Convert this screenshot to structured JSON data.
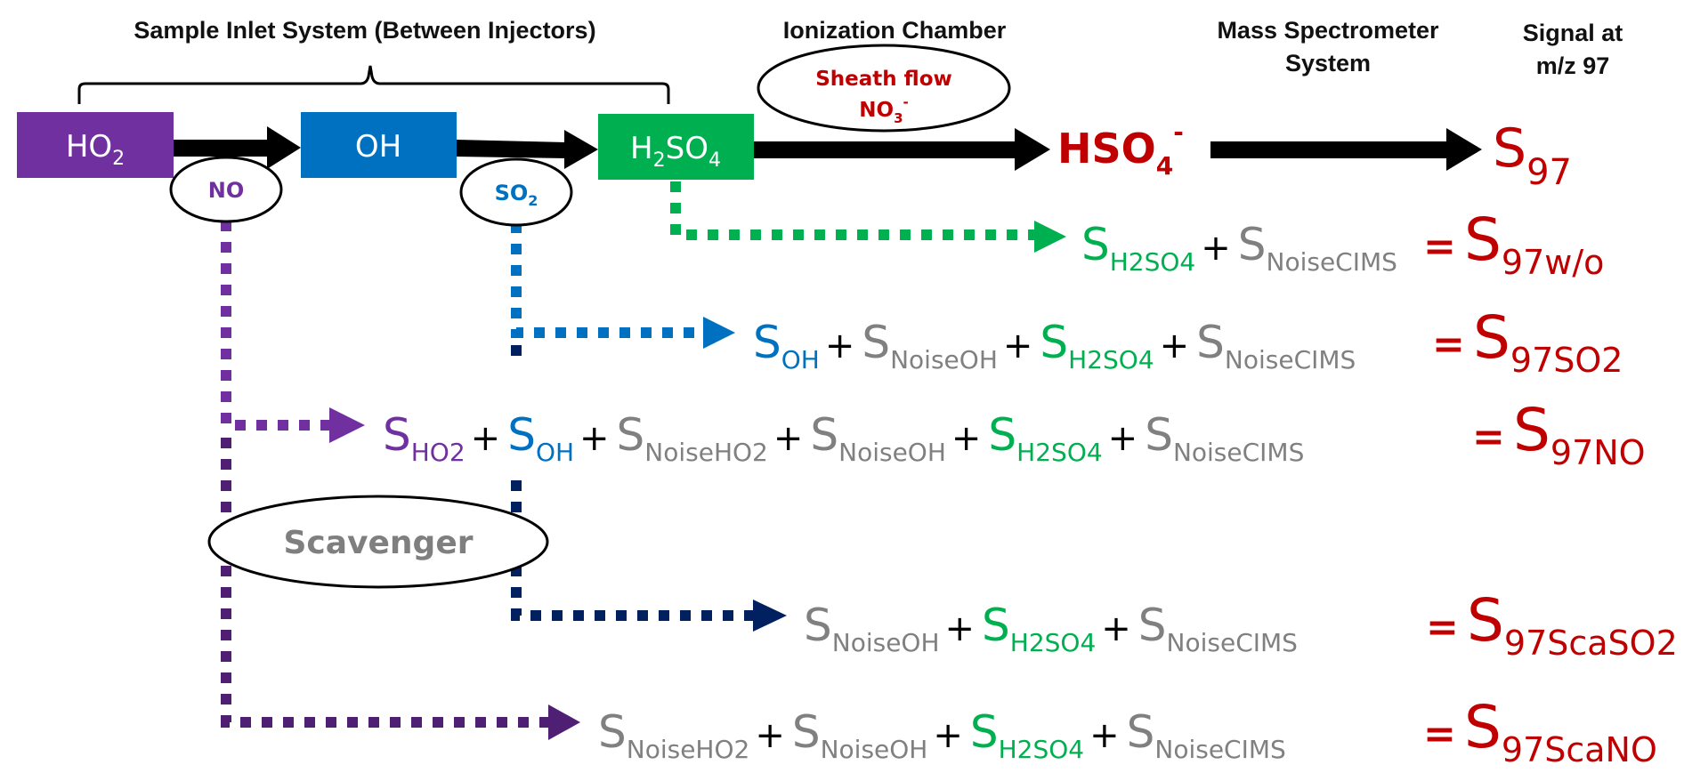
{
  "headers": {
    "inlet": "Sample Inlet System (Between Injectors)",
    "ionization": "Ionization Chamber",
    "ms_line1": "Mass Spectrometer",
    "ms_line2": "System",
    "signal_line1": "Signal at",
    "signal_line2": "m/z 97"
  },
  "colors": {
    "purple": "#7030a0",
    "blue": "#0070c0",
    "green": "#00b050",
    "red": "#c00000",
    "gray": "#808080",
    "navy": "#002060",
    "dark_purple": "#4f1f74",
    "black": "#000000"
  },
  "boxes": {
    "ho2": {
      "base": "HO",
      "sub": "2"
    },
    "oh": {
      "base": "OH"
    },
    "h2so4": {
      "p1": "H",
      "s1": "2",
      "p2": "SO",
      "s2": "4"
    }
  },
  "ellipses": {
    "no": "NO",
    "so2": {
      "base": "SO",
      "sub": "2"
    },
    "sheath_line1": "Sheath flow",
    "sheath_line2": {
      "base": "NO",
      "sub": "3",
      "sup": "-"
    },
    "scavenger": "Scavenger"
  },
  "ion": {
    "base": "HSO",
    "sub": "4",
    "sup": "-"
  },
  "signal": {
    "base": "S",
    "sub": "97"
  },
  "equations": [
    {
      "terms": [
        {
          "base": "S",
          "sub": "H2SO4",
          "color": "green"
        },
        {
          "op": "+"
        },
        {
          "base": "S",
          "sub": "NoiseCIMS",
          "color": "gray"
        }
      ],
      "result": {
        "base": "S",
        "sub": "97w/o"
      }
    },
    {
      "terms": [
        {
          "base": "S",
          "sub": "OH",
          "color": "blue"
        },
        {
          "op": "+"
        },
        {
          "base": "S",
          "sub": "NoiseOH",
          "color": "gray"
        },
        {
          "op": "+"
        },
        {
          "base": "S",
          "sub": "H2SO4",
          "color": "green"
        },
        {
          "op": "+"
        },
        {
          "base": "S",
          "sub": "NoiseCIMS",
          "color": "gray"
        }
      ],
      "result": {
        "base": "S",
        "sub": "97SO2"
      }
    },
    {
      "terms": [
        {
          "base": "S",
          "sub": "HO2",
          "color": "purple"
        },
        {
          "op": "+"
        },
        {
          "base": "S",
          "sub": "OH",
          "color": "blue"
        },
        {
          "op": "+"
        },
        {
          "base": "S",
          "sub": "NoiseHO2",
          "color": "gray"
        },
        {
          "op": "+"
        },
        {
          "base": "S",
          "sub": "NoiseOH",
          "color": "gray"
        },
        {
          "op": "+"
        },
        {
          "base": "S",
          "sub": "H2SO4",
          "color": "green"
        },
        {
          "op": "+"
        },
        {
          "base": "S",
          "sub": "NoiseCIMS",
          "color": "gray"
        }
      ],
      "result": {
        "base": "S",
        "sub": "97NO"
      }
    },
    {
      "terms": [
        {
          "base": "S",
          "sub": "NoiseOH",
          "color": "gray"
        },
        {
          "op": "+"
        },
        {
          "base": "S",
          "sub": "H2SO4",
          "color": "green"
        },
        {
          "op": "+"
        },
        {
          "base": "S",
          "sub": "NoiseCIMS",
          "color": "gray"
        }
      ],
      "result": {
        "base": "S",
        "sub": "97ScaSO2"
      }
    },
    {
      "terms": [
        {
          "base": "S",
          "sub": "NoiseHO2",
          "color": "gray"
        },
        {
          "op": "+"
        },
        {
          "base": "S",
          "sub": "NoiseOH",
          "color": "gray"
        },
        {
          "op": "+"
        },
        {
          "base": "S",
          "sub": "H2SO4",
          "color": "green"
        },
        {
          "op": "+"
        },
        {
          "base": "S",
          "sub": "NoiseCIMS",
          "color": "gray"
        }
      ],
      "result": {
        "base": "S",
        "sub": "97ScaNO"
      }
    }
  ]
}
